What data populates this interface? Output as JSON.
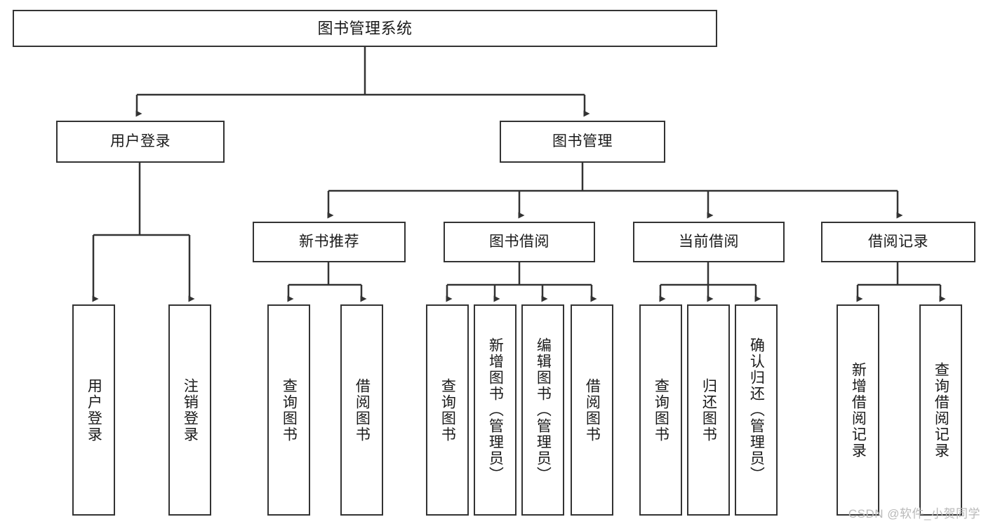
{
  "diagram": {
    "type": "tree-hierarchy",
    "title": "图书管理系统",
    "watermark": "CSDN @软件_小贺同学",
    "colors": {
      "stroke": "#333333",
      "fill": "#ffffff",
      "text": "#1a1a1a",
      "watermark": "#b9b9b9"
    },
    "levels": {
      "root": {
        "label": "图书管理系统"
      },
      "level1": [
        {
          "id": "user-login",
          "label": "用户登录"
        },
        {
          "id": "book-management",
          "label": "图书管理"
        }
      ],
      "level2": [
        {
          "id": "new-book-recommend",
          "label": "新书推荐",
          "parent": "book-management"
        },
        {
          "id": "book-borrow",
          "label": "图书借阅",
          "parent": "book-management"
        },
        {
          "id": "current-borrow",
          "label": "当前借阅",
          "parent": "book-management"
        },
        {
          "id": "borrow-record",
          "label": "借阅记录",
          "parent": "book-management"
        }
      ],
      "leaves": [
        {
          "id": "leaf-user-login",
          "label": "用户登录",
          "parent": "user-login"
        },
        {
          "id": "leaf-logout",
          "label": "注销登录",
          "parent": "user-login"
        },
        {
          "id": "leaf-query-book-1",
          "label": "查询图书",
          "parent": "new-book-recommend"
        },
        {
          "id": "leaf-borrow-book-1",
          "label": "借阅图书",
          "parent": "new-book-recommend"
        },
        {
          "id": "leaf-query-book-2",
          "label": "查询图书",
          "parent": "book-borrow"
        },
        {
          "id": "leaf-add-book",
          "label": "新增图书（管理员）",
          "parent": "book-borrow"
        },
        {
          "id": "leaf-edit-book",
          "label": "编辑图书（管理员）",
          "parent": "book-borrow"
        },
        {
          "id": "leaf-borrow-book-2",
          "label": "借阅图书",
          "parent": "book-borrow"
        },
        {
          "id": "leaf-query-book-3",
          "label": "查询图书",
          "parent": "current-borrow"
        },
        {
          "id": "leaf-return-book",
          "label": "归还图书",
          "parent": "current-borrow"
        },
        {
          "id": "leaf-confirm-return",
          "label": "确认归还（管理员）",
          "parent": "current-borrow"
        },
        {
          "id": "leaf-add-record",
          "label": "新增借阅记录",
          "parent": "borrow-record"
        },
        {
          "id": "leaf-query-record",
          "label": "查询借阅记录",
          "parent": "borrow-record"
        }
      ]
    }
  }
}
